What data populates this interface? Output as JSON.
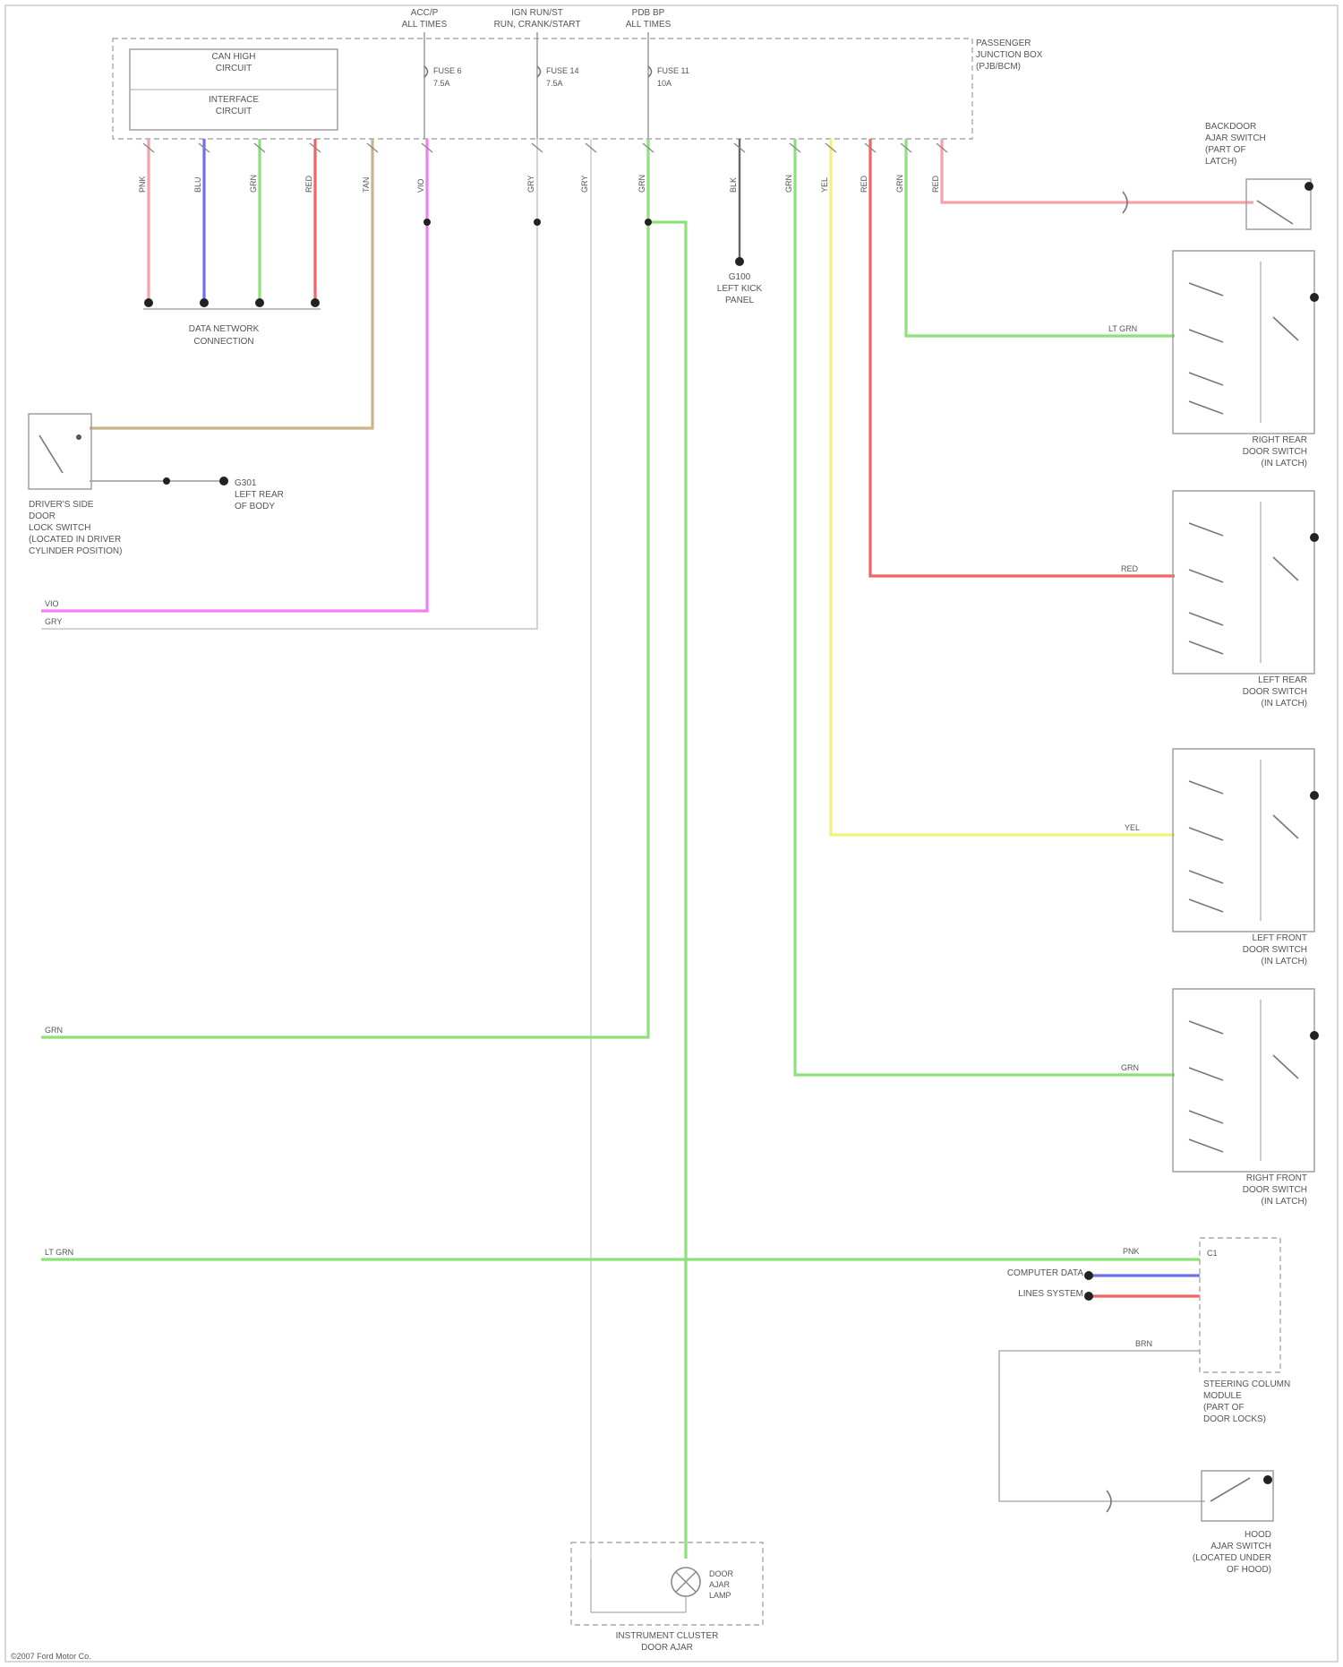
{
  "module": {
    "fuses": [
      {
        "code": "ACC/P",
        "sub": "ALL TIMES"
      },
      {
        "code": "IGN RUN/ST",
        "sub": "RUN, CRANK/START"
      },
      {
        "code": "PDB BP",
        "sub": "ALL TIMES"
      }
    ],
    "name": [
      "PASSENGER",
      "JUNCTION BOX",
      "(PJB/BCM)"
    ],
    "circuits": [
      "CAN HIGH",
      "CIRCUIT",
      "INTERFACE",
      "CIRCUIT"
    ],
    "fuse_ratings": [
      "FUSE 6",
      "7.5A",
      "FUSE 14",
      "7.5A",
      "FUSE 11",
      "10A"
    ]
  },
  "labels": {
    "data_link": [
      "DATA NETWORK",
      "CONNECTION"
    ],
    "ground": [
      "G100",
      "LEFT KICK",
      "PANEL"
    ],
    "switch_left": [
      "DRIVER'S SIDE",
      "DOOR",
      "LOCK SWITCH",
      "(LOCATED IN DRIVER",
      "CYLINDER POSITION)"
    ],
    "switch_left_ground": [
      "G301",
      "LEFT REAR",
      "OF BODY"
    ],
    "backdoor_switch": [
      "BACKDOOR",
      "AJAR SWITCH",
      "(PART OF",
      "LATCH)"
    ],
    "door_switches": [
      [
        "RIGHT REAR",
        "DOOR SWITCH",
        "(IN LATCH)"
      ],
      [
        "LEFT REAR",
        "DOOR SWITCH",
        "(IN LATCH)"
      ],
      [
        "LEFT FRONT",
        "DOOR SWITCH",
        "(IN LATCH)"
      ],
      [
        "RIGHT FRONT",
        "DOOR SWITCH",
        "(IN LATCH)"
      ]
    ],
    "combo": [
      "STEERING COLUMN",
      "MODULE",
      "(PART OF",
      "DOOR LOCKS)"
    ],
    "combo_inputs": [
      "COMPUTER DATA",
      "LINES SYSTEM"
    ],
    "hood_switch": [
      "HOOD",
      "AJAR SWITCH",
      "(LOCATED UNDER",
      "OF HOOD)"
    ],
    "cluster": [
      "INSTRUMENT CLUSTER",
      "DOOR AJAR"
    ],
    "cluster_lamp": [
      "DOOR",
      "AJAR",
      "LAMP"
    ],
    "copyright": "©2007 Ford Motor Co."
  },
  "wire_codes": {
    "top": [
      "PNK",
      "BLU",
      "GRN",
      "RED",
      "TAN",
      "VIO",
      "GRY",
      "GRY",
      "GRN",
      "BLK",
      "GRN",
      "YEL",
      "RED",
      "GRN",
      "RED"
    ],
    "left_edge": [
      "VIO",
      "GRY",
      "GRN",
      "LT GRN"
    ],
    "mid": [
      "LT GRN",
      "RED",
      "YEL",
      "GRN",
      "PNK",
      "BRN"
    ]
  },
  "colors": {
    "pink": "#f4a3a8",
    "blue": "#6f6ff2",
    "green": "#8ee07c",
    "red": "#f06565",
    "tan": "#c7b58c",
    "violet": "#f27ef2",
    "gray": "#c9c9c9",
    "yellow": "#f4f07a",
    "black": "#444444"
  }
}
